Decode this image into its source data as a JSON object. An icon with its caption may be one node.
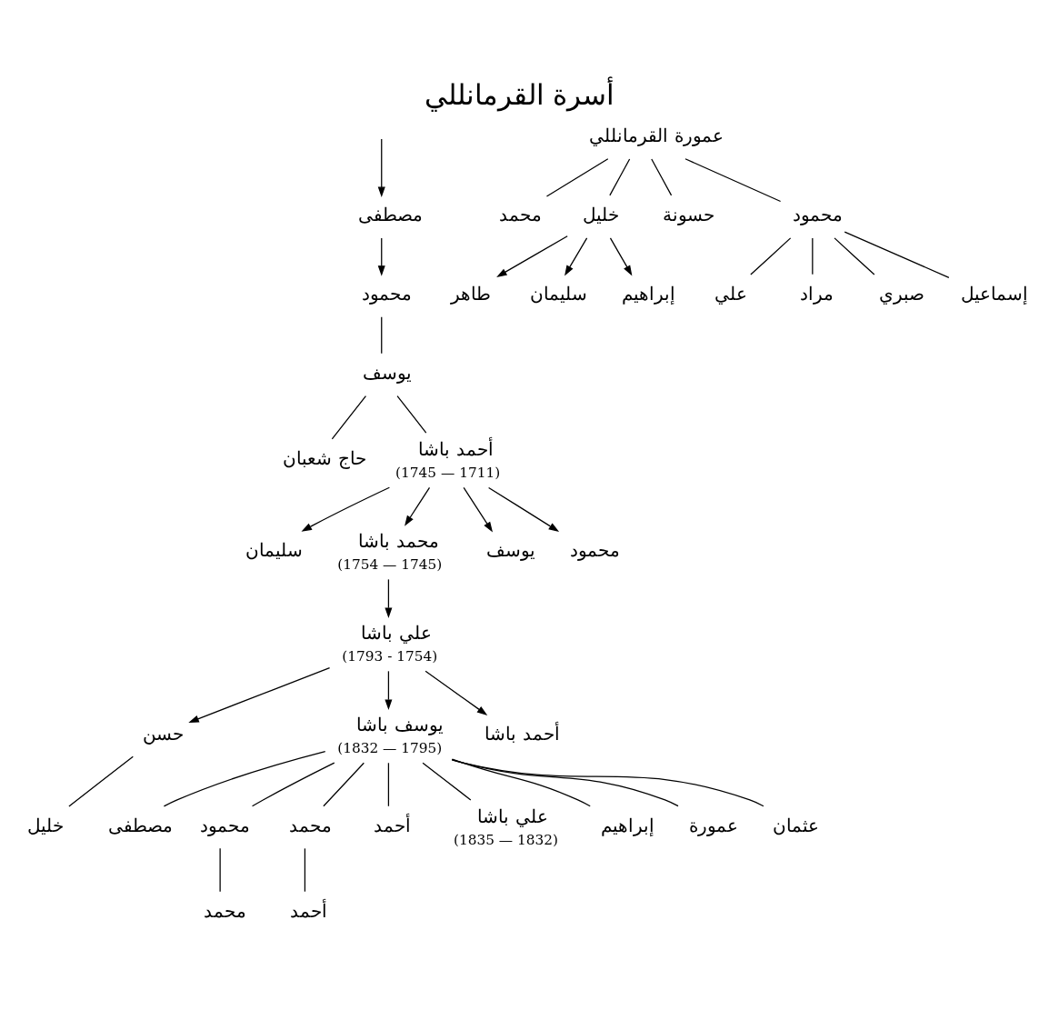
{
  "diagram": {
    "title": "أسرة القرمانللي",
    "nodes": [
      {
        "text": [
          "مصطفى"
        ]
      },
      {
        "text": [
          "محمود"
        ]
      },
      {
        "text": [
          "يوسف"
        ]
      },
      {
        "text": [
          "حاج شعبان"
        ]
      },
      {
        "text": [
          "أحمد باشا"
        ],
        "beside": [
          "(1745 — 1711)"
        ]
      },
      {
        "text": [
          "سليمان"
        ]
      },
      {
        "text": [
          "محمد باشا"
        ],
        "beside": [
          "(1754 — 1745)"
        ]
      },
      {
        "text": [
          "يوسف"
        ]
      },
      {
        "text": [
          "محمود"
        ]
      },
      {
        "text": [
          "علي باشا"
        ],
        "beside": [
          "(1793 - 1754)"
        ]
      },
      {
        "text": [
          "حسن"
        ]
      },
      {
        "text": [
          "يوسف باشا"
        ],
        "beside": [
          "(1832 — 1795)"
        ]
      },
      {
        "text": [
          "أحمد باشا"
        ]
      },
      {
        "text": [
          "خليل"
        ]
      },
      {
        "text": [
          "مصطفى"
        ]
      },
      {
        "text": [
          "محمود"
        ]
      },
      {
        "text": [
          "محمد"
        ]
      },
      {
        "text": [
          "أحمد"
        ]
      },
      {
        "text": [
          "علي باشا"
        ],
        "beside": [
          "(1835 — 1832)"
        ]
      },
      {
        "text": [
          "إبراهيم"
        ]
      },
      {
        "text": [
          "عمورة"
        ]
      },
      {
        "text": [
          "عثمان"
        ]
      },
      {
        "text": [
          "محمد"
        ]
      },
      {
        "text": [
          "أحمد"
        ]
      },
      {
        "text": [
          "عمورة القرمانللي"
        ]
      },
      {
        "text": [
          "محمد"
        ]
      },
      {
        "text": [
          "خليل"
        ]
      },
      {
        "text": [
          "حسونة"
        ]
      },
      {
        "text": [
          "محمود"
        ]
      },
      {
        "text": [
          "طاهر"
        ]
      },
      {
        "text": [
          "سليمان"
        ]
      },
      {
        "text": [
          "إبراهيم"
        ]
      },
      {
        "text": [
          "علي"
        ]
      },
      {
        "text": [
          "مراد"
        ]
      },
      {
        "text": [
          "صبري"
        ]
      },
      {
        "text": [
          "إسماعيل"
        ]
      }
    ],
    "edges": [
      {
        "from": null,
        "to": 0,
        "arrow": "to"
      },
      {
        "from": 0,
        "to": 1,
        "arrow": "to"
      },
      {
        "from": 1,
        "to": 2,
        "arrow": "none"
      },
      {
        "from": 2,
        "to": 3,
        "arrow": "none"
      },
      {
        "from": 2,
        "to": 4,
        "arrow": "none"
      },
      {
        "from": 4,
        "to": 5,
        "arrow": "to"
      },
      {
        "from": 4,
        "to": 6,
        "arrow": "to"
      },
      {
        "from": 4,
        "to": 7,
        "arrow": "to"
      },
      {
        "from": 4,
        "to": 8,
        "arrow": "to"
      },
      {
        "from": 6,
        "to": 9,
        "arrow": "to"
      },
      {
        "from": 9,
        "to": 10,
        "arrow": "to"
      },
      {
        "from": 9,
        "to": 11,
        "arrow": "to"
      },
      {
        "from": 9,
        "to": 12,
        "arrow": "to"
      },
      {
        "from": 10,
        "to": 13,
        "arrow": "none"
      },
      {
        "from": 11,
        "to": 14,
        "arrow": "none"
      },
      {
        "from": 11,
        "to": 15,
        "arrow": "none"
      },
      {
        "from": 11,
        "to": 16,
        "arrow": "none"
      },
      {
        "from": 11,
        "to": 17,
        "arrow": "none"
      },
      {
        "from": 11,
        "to": 18,
        "arrow": "none"
      },
      {
        "from": 11,
        "to": 19,
        "arrow": "none"
      },
      {
        "from": 11,
        "to": 20,
        "arrow": "none"
      },
      {
        "from": 11,
        "to": 21,
        "arrow": "none"
      },
      {
        "from": 15,
        "to": 22,
        "arrow": "none"
      },
      {
        "from": 16,
        "to": 23,
        "arrow": "none"
      },
      {
        "from": 24,
        "to": 25,
        "arrow": "none"
      },
      {
        "from": 24,
        "to": 26,
        "arrow": "none"
      },
      {
        "from": 24,
        "to": 27,
        "arrow": "none"
      },
      {
        "from": 24,
        "to": 28,
        "arrow": "none"
      },
      {
        "from": 26,
        "to": 29,
        "arrow": "to"
      },
      {
        "from": 26,
        "to": 30,
        "arrow": "to"
      },
      {
        "from": 26,
        "to": 31,
        "arrow": "to"
      },
      {
        "from": 28,
        "to": 32,
        "arrow": "none"
      },
      {
        "from": 28,
        "to": 33,
        "arrow": "none"
      },
      {
        "from": 28,
        "to": 34,
        "arrow": "none"
      },
      {
        "from": 28,
        "to": 35,
        "arrow": "none"
      }
    ]
  }
}
